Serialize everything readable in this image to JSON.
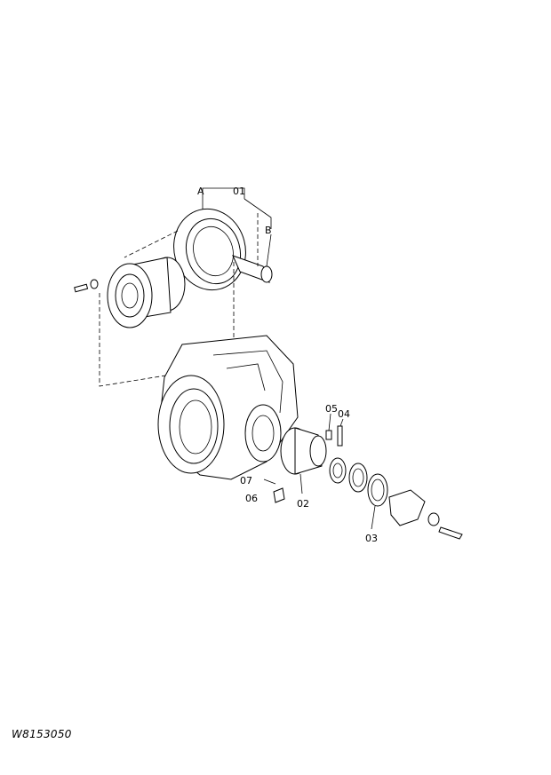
{
  "diagram": {
    "callouts": {
      "c01": "01",
      "cA": "A",
      "cB": "B",
      "c05": "05",
      "c04": "04",
      "c07": "07",
      "c06": "06",
      "c02": "02",
      "c03": "03"
    },
    "drawing_id": "W8153050"
  }
}
